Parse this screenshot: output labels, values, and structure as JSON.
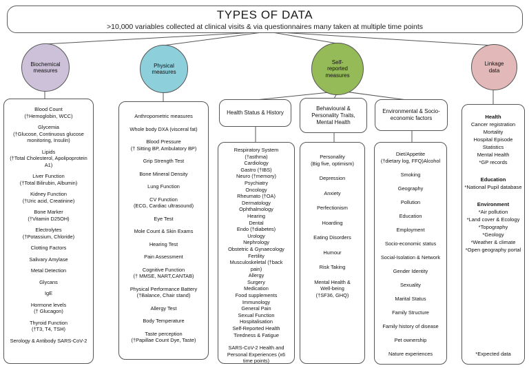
{
  "title_box": {
    "title": "TYPES OF DATA",
    "subtitle": ">10,000 variables collected at clinical visits & via questionnaires many taken at multiple time points"
  },
  "categories": [
    {
      "id": "biochemical",
      "label": "Biochemical\nmeasures",
      "color": "#cdc1da"
    },
    {
      "id": "physical",
      "label": "Physical\nmeasures",
      "color": "#8ecfdc"
    },
    {
      "id": "self_reported",
      "label": "Self-\nreported\nmeasures",
      "color": "#95ba58"
    },
    {
      "id": "linkage",
      "label": "Linkage\ndata",
      "color": "#e2b8b8"
    }
  ],
  "columns": {
    "biochemical": {
      "items": [
        "Blood Count\n(†Hemoglobin, WCC)",
        "Glycemia\n(†Glucose, Continuous glucose\nmonitoring, Insulin)",
        "Lipids\n(†Total Cholesterol, Apolipoprotein\nA1)",
        "Liver Function\n(†Total Bilirubin, Albumin)",
        "Kidney Function\n(†Uric acid, Creatinine)",
        "Bone Marker\n(†Vitamin D25OH)",
        "Electrolytes\n(†Potassium, Chloride)",
        "Clotting Factors",
        "Salivary Amylase",
        "Metal Detection",
        "Glycans",
        "IgE",
        "Hormone levels\n(† Glucagon)",
        "Thyroid Function\n(†T3, T4, TSH)",
        "Serology & Antibody SARS-CoV-2"
      ]
    },
    "physical": {
      "items": [
        "Anthropometric measures",
        "Whole body DXA (visceral fat)",
        "Blood Pressure\n(† Sitting BP,  Ambulatory BP)",
        "Grip Strength Test",
        "Bone Mineral Density",
        "Lung Function",
        "CV Function\n(ECG, Cardiac ultrasound)",
        "Eye Test",
        "Mole Count & Skin Exams",
        "Hearing Test",
        "Pain Assessment",
        "Cognitive Function\n(† MMSE, NART,CANTAB)",
        "Physical Performance Battery\n(†Balance, Chair stand)",
        "Allergy Test",
        "Body Temperature",
        "Taste perception\n(†Papillae Count Dye, Taste)"
      ]
    },
    "health": {
      "header": "Health Status & History",
      "items": [
        "Respiratory System\n(†asthma)",
        "Cardiology",
        "Gastro (†IBS)",
        "Neuro (†memory)",
        "Psychiatry",
        "Oncology",
        "Rheumato (†OA)",
        "Dermatology",
        "Ophthalmology",
        "Hearing",
        "Dental",
        "Endo (†diabetes)",
        "Urology",
        "Nephrology",
        "Obstetric & Gynaecology",
        "Fertility",
        "Musculoskeletal (†back\npain)",
        "Allergy",
        "Surgery",
        "Medication",
        "Food supplements",
        "Immunology",
        "General Pain",
        "Sexual Function",
        "Hospitalisation",
        "Self-Reported Health",
        "Tiredness & Fatigue",
        {
          "text": "SARS-CoV-2 Health and\nPersonal Experiences (x6\ntime points)",
          "style": "gapsm"
        }
      ]
    },
    "behavioural": {
      "header": "Behavioural &\nPersonality Traits,\nMental Health",
      "items": [
        "Personality\n(Big five, optimism)",
        "Depression",
        "Anxiety",
        "Perfectionism",
        "Hoarding",
        "Eating Disorders",
        "Humour",
        "Risk Taking",
        "Mental Health &\nWell-being\n(†SF36, GHQ)"
      ]
    },
    "environmental": {
      "header": "Environmental & Socio-\neconomic factors",
      "items": [
        "Diet/Appetite\n(†dietary log, FFQ)Alcohol",
        "Smoking",
        "Geography",
        "Pollution",
        "Education",
        "Employment",
        "Socio-economic status",
        "Social-Isolation & Network",
        "Gender Identity",
        "Sexuality",
        "Marital Status",
        "Family Structure",
        "Family history of disease",
        "Pet ownership",
        "Nature experiences"
      ]
    },
    "linkage": {
      "items": [
        {
          "text": "Health",
          "style": "heading"
        },
        "Cancer registration",
        "Mortality",
        "Hospital Episode\nStatistics",
        "Mental Health",
        "*GP records",
        {
          "text": "Education",
          "style": "heading gap"
        },
        "*National Pupil database",
        {
          "text": "Environment",
          "style": "heading gap"
        },
        "*Air pollution",
        "*Land cover & Ecology",
        "*Topography",
        "*Geology",
        "*Weather & climate",
        "*Open geography portal",
        {
          "text": "*Expected data",
          "style": "footnote"
        }
      ]
    }
  }
}
